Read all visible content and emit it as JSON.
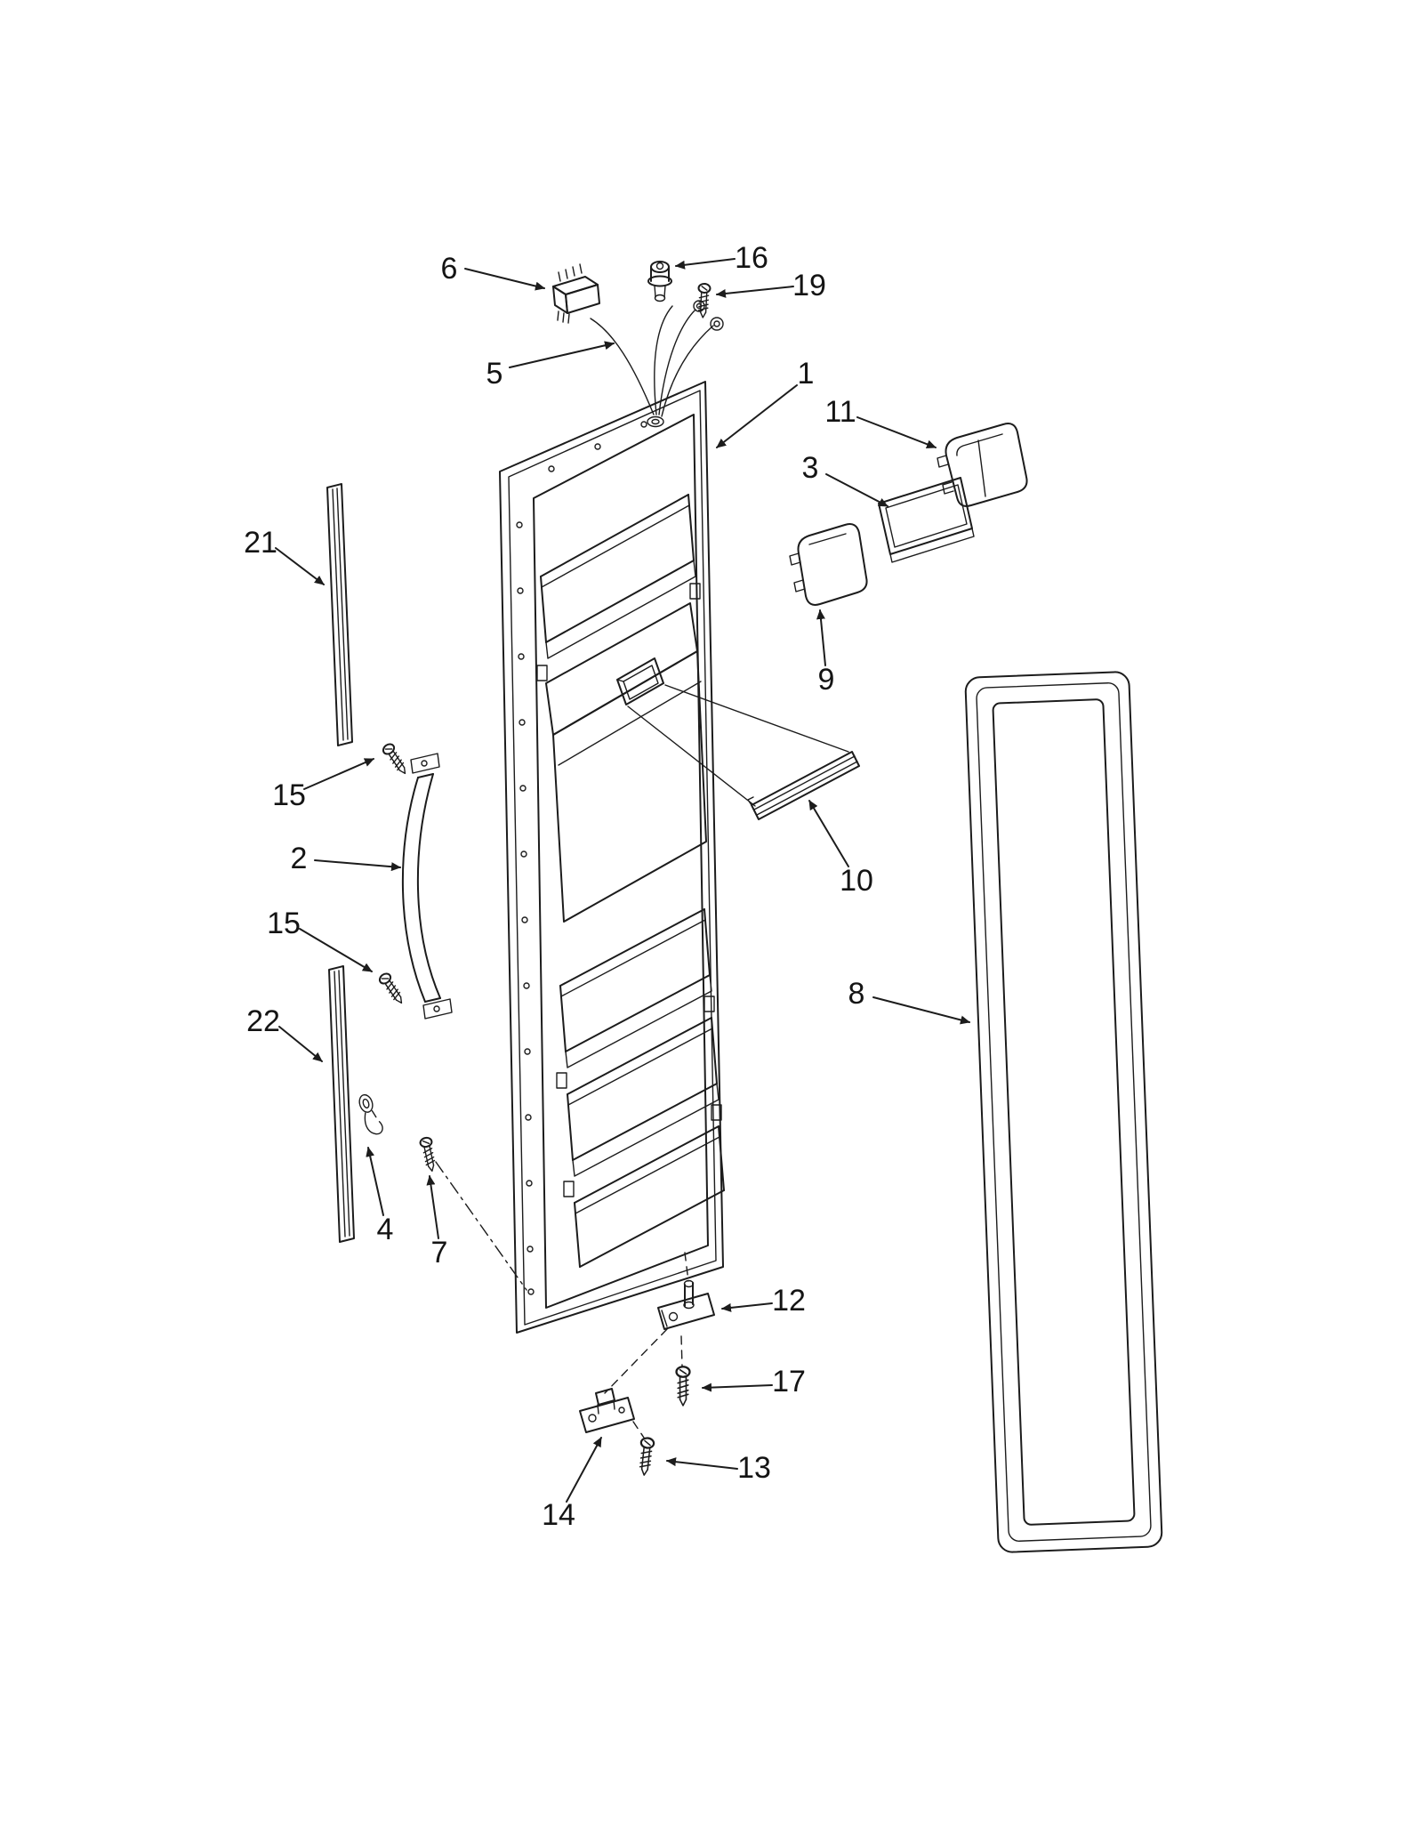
{
  "diagram": {
    "kind": "exploded-parts-diagram",
    "ink_color": "#1c1c1c",
    "background_color": "#ffffff",
    "callouts": [
      {
        "label": "6"
      },
      {
        "label": "16"
      },
      {
        "label": "19"
      },
      {
        "label": "5"
      },
      {
        "label": "1"
      },
      {
        "label": "11"
      },
      {
        "label": "3"
      },
      {
        "label": "9"
      },
      {
        "label": "21"
      },
      {
        "label": "15"
      },
      {
        "label": "2"
      },
      {
        "label": "15"
      },
      {
        "label": "22"
      },
      {
        "label": "10"
      },
      {
        "label": "8"
      },
      {
        "label": "4"
      },
      {
        "label": "7"
      },
      {
        "label": "12"
      },
      {
        "label": "17"
      },
      {
        "label": "13"
      },
      {
        "label": "14"
      }
    ]
  }
}
